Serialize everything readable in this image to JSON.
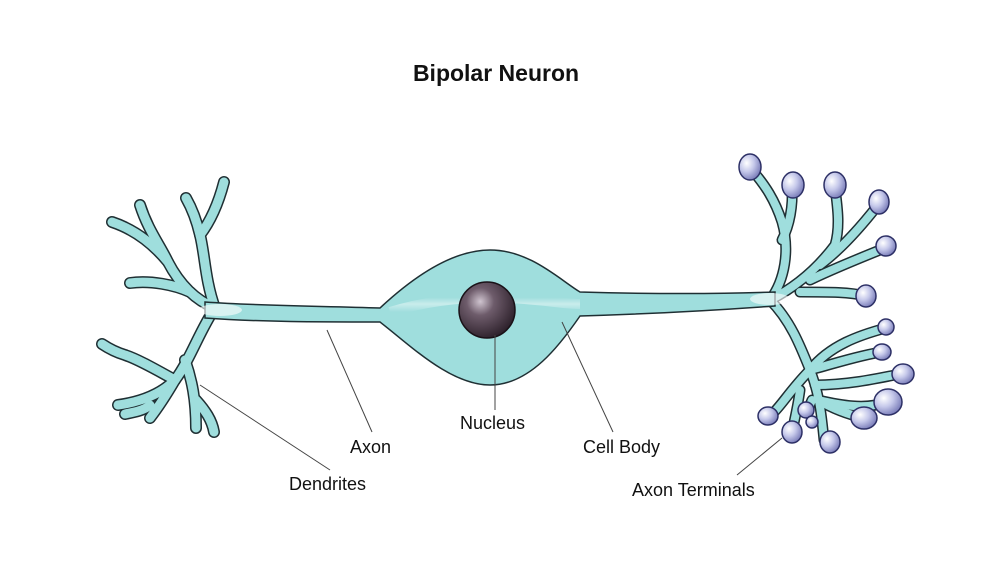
{
  "title": "Bipolar Neuron",
  "labels": {
    "nucleus": "Nucleus",
    "axon": "Axon",
    "cell_body": "Cell Body",
    "dendrites": "Dendrites",
    "axon_terminals": "Axon Terminals"
  },
  "colors": {
    "membrane": "#9fdedd",
    "outline": "#1f2f33",
    "nucleus": "#3a2a35",
    "terminal": "#a9aed8",
    "leader": "#444444"
  }
}
